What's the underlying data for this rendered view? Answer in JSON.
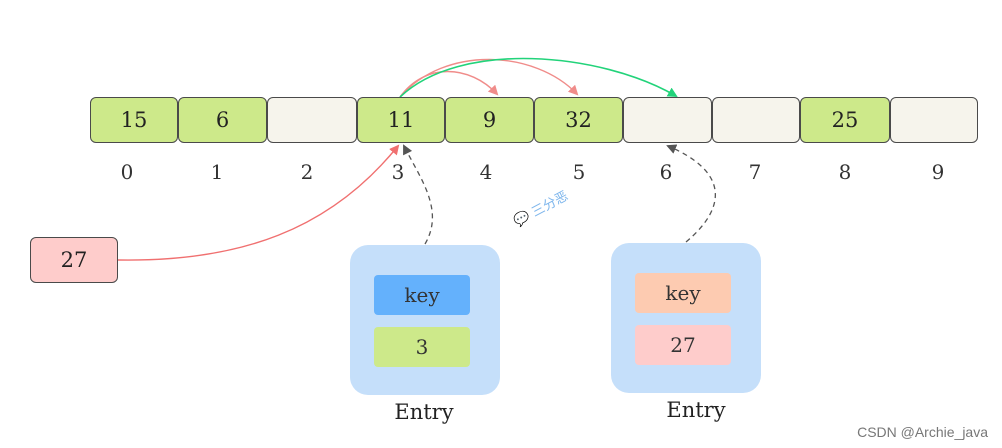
{
  "array": {
    "cells": [
      {
        "value": "15",
        "filled": true
      },
      {
        "value": "6",
        "filled": true
      },
      {
        "value": "",
        "filled": false
      },
      {
        "value": "11",
        "filled": true
      },
      {
        "value": "9",
        "filled": true
      },
      {
        "value": "32",
        "filled": true
      },
      {
        "value": "",
        "filled": false
      },
      {
        "value": "",
        "filled": false
      },
      {
        "value": "25",
        "filled": true
      },
      {
        "value": "",
        "filled": false
      }
    ],
    "indices": [
      "0",
      "1",
      "2",
      "3",
      "4",
      "5",
      "6",
      "7",
      "8",
      "9"
    ]
  },
  "new_element": {
    "value": "27"
  },
  "entries": [
    {
      "key_label": "key",
      "value": "3",
      "caption": "Entry"
    },
    {
      "key_label": "key",
      "value": "27",
      "caption": "Entry"
    }
  ],
  "watermark": {
    "text": "三分恶"
  },
  "credit": {
    "text": "CSDN @Archie_java"
  },
  "colors": {
    "filled_cell": "#cde98a",
    "empty_cell": "#f6f4ec",
    "new_element": "#fecccb",
    "entry_bg": "#c5dffa",
    "key_blue": "#64b1fc",
    "key_orange": "#fdcbb1",
    "value_green": "#cde98a",
    "value_pink": "#fecccb",
    "probe_arrow": "#f08c8a",
    "final_arrow": "#22d37a",
    "insert_arrow": "#f07070",
    "ref_arrow": "#555555"
  }
}
